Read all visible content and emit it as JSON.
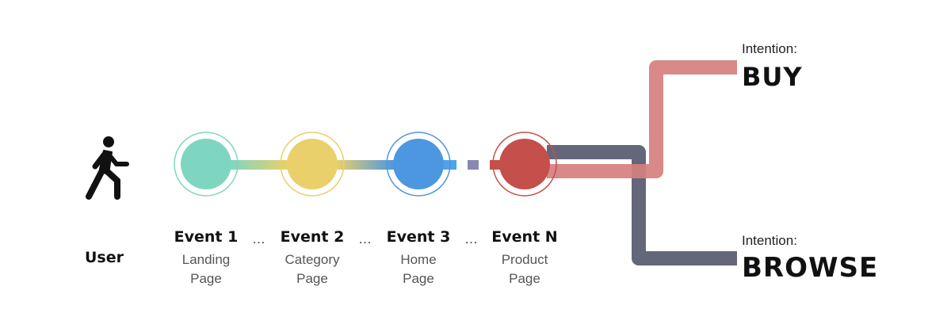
{
  "user": {
    "label": "User",
    "icon": "walking-person-icon"
  },
  "events": [
    {
      "title": "Event 1",
      "line1": "Landing",
      "line2": "Page",
      "color": "#7fd6c0",
      "ring": "#7fd6c0"
    },
    {
      "title": "Event 2",
      "line1": "Category",
      "line2": "Page",
      "color": "#ead06a",
      "ring": "#ead06a"
    },
    {
      "title": "Event 3",
      "line1": "Home",
      "line2": "Page",
      "color": "#4d97e0",
      "ring": "#4d97e0"
    },
    {
      "title": "Event N",
      "line1": "Product",
      "line2": "Page",
      "color": "#c44f4b",
      "ring": "#c44f4b"
    }
  ],
  "separators": [
    "…",
    "…",
    "…"
  ],
  "intentions": {
    "buy": {
      "label": "Intention:",
      "value": "BUY",
      "color": "#d57f7e"
    },
    "browse": {
      "label": "Intention:",
      "value": "BROWSE",
      "color": "#5c5f72"
    }
  }
}
